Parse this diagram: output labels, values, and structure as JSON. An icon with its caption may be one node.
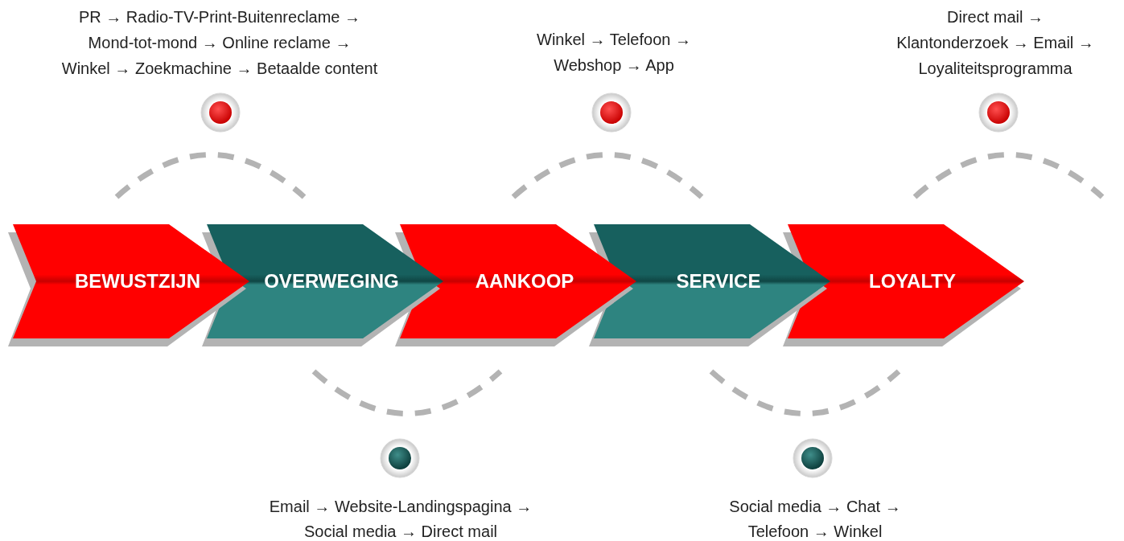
{
  "diagram": {
    "nodes": [
      {
        "text": [
          "BEWUSTZIJN"
        ]
      },
      {
        "text": [
          "OVERWEGING"
        ]
      },
      {
        "text": [
          "AANKOOP"
        ]
      },
      {
        "text": [
          "SERVICE"
        ]
      },
      {
        "text": [
          "LOYALTY"
        ]
      }
    ],
    "labels": [
      "PR → Radio-TV-Print-Buitenreclame →",
      "Mond-tot-mond → Online reclame →",
      "Winkel → Zoekmachine → Betaalde content",
      "Winkel → Telefoon →",
      "Webshop → App",
      "Direct mail →",
      "Klantonderzoek → Email →",
      "Loyaliteitsprogramma",
      "Email → Website-Landingspagina →",
      "Social media → Direct mail",
      "Social media → Chat →",
      "Telefoon → Winkel"
    ]
  }
}
